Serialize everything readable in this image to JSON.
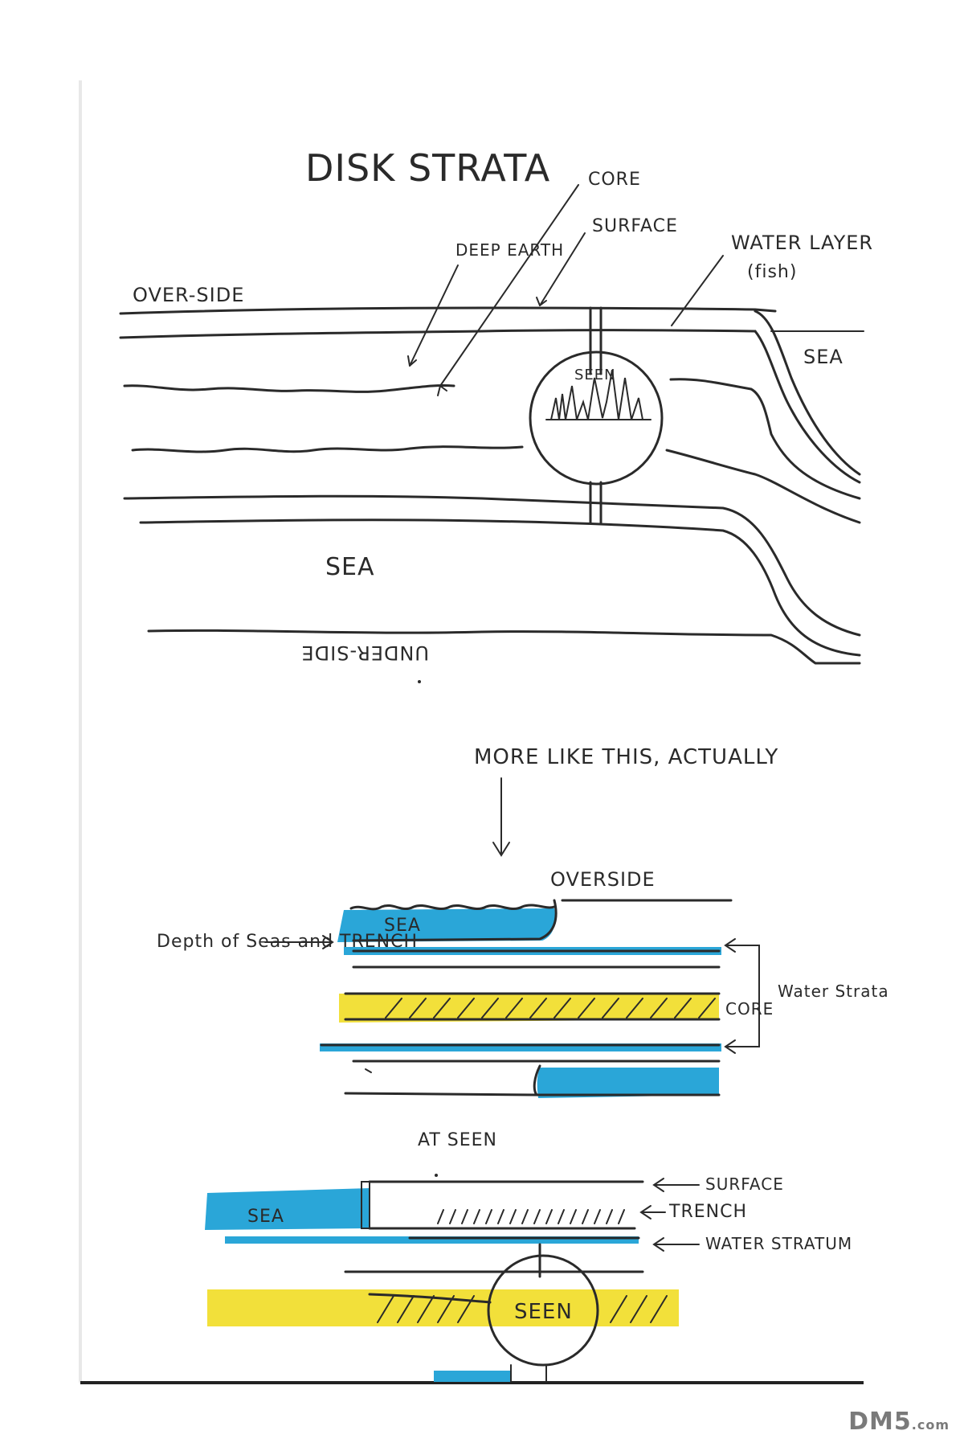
{
  "sketch": {
    "title": "DISK STRATA",
    "top": {
      "label_core": "CORE",
      "label_surface": "SURFACE",
      "label_deep_earth": "DEEP EARTH",
      "label_water_layer": "WATER LAYER",
      "label_fish": "(fish)",
      "label_overside": "OVER-SIDE",
      "label_sea_right": "SEA",
      "label_seen": "SEEN",
      "label_sea_bottom": "SEA",
      "label_underside": "UNDER-SIDE"
    },
    "middle": {
      "note": "MORE LIKE THIS, ACTUALLY",
      "label_overside": "OVERSIDE",
      "label_sea": "SEA",
      "label_depth": "Depth of Seas and TRENCH",
      "label_core": "CORE",
      "label_water_strata": "Water Strata"
    },
    "bottom": {
      "heading": "AT SEEN",
      "label_surface": "SURFACE",
      "label_trench": "TRENCH",
      "label_water_stratum": "WATER STRATUM",
      "label_sea": "SEA",
      "label_seen": "SEEN"
    },
    "colors": {
      "ink": "#2a2a2a",
      "sea_blue": "#2aa6d8",
      "core_yellow": "#f2e03a"
    }
  },
  "watermark": {
    "text": "DM5",
    "suffix": ".com"
  }
}
